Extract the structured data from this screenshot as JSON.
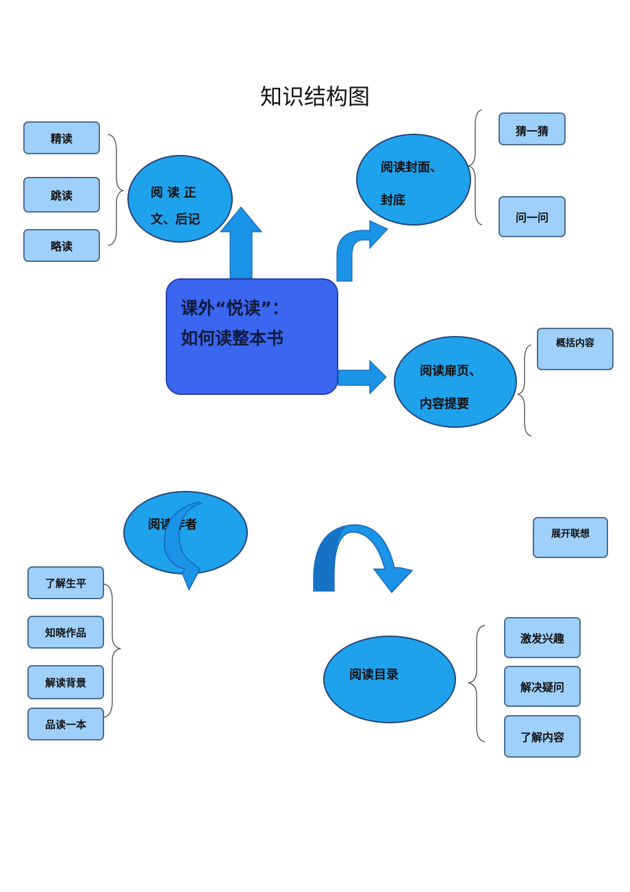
{
  "title": "知识结构图",
  "center": {
    "line1": "课外“悦读”：",
    "line2": "如何读整本书"
  },
  "nodes": {
    "zhengwen": {
      "line1": "阅 读 正",
      "line2": "文、后记",
      "items": [
        "精读",
        "跳读",
        "略读"
      ]
    },
    "fengmian": {
      "line1": "阅读封面、",
      "line2": "封底",
      "items": [
        "猜一猜",
        "问一问"
      ]
    },
    "feiye": {
      "line1": "阅读扉页、",
      "line2": "内容提要",
      "items": [
        "概括内容",
        "展开联想"
      ]
    },
    "zuozhe": {
      "label": "阅读作者",
      "items": [
        "了解生平",
        "知晓作品",
        "解读背景",
        "品读一本"
      ]
    },
    "mulu": {
      "label": "阅读目录",
      "items": [
        "激发兴趣",
        "解决疑问",
        "了解内容"
      ]
    }
  },
  "colors": {
    "box_fill": "#9fd0fb",
    "oval_fill": "#1fa2ec",
    "center_fill": "#3a66f0",
    "arrow_fill": "#1b93e6"
  }
}
